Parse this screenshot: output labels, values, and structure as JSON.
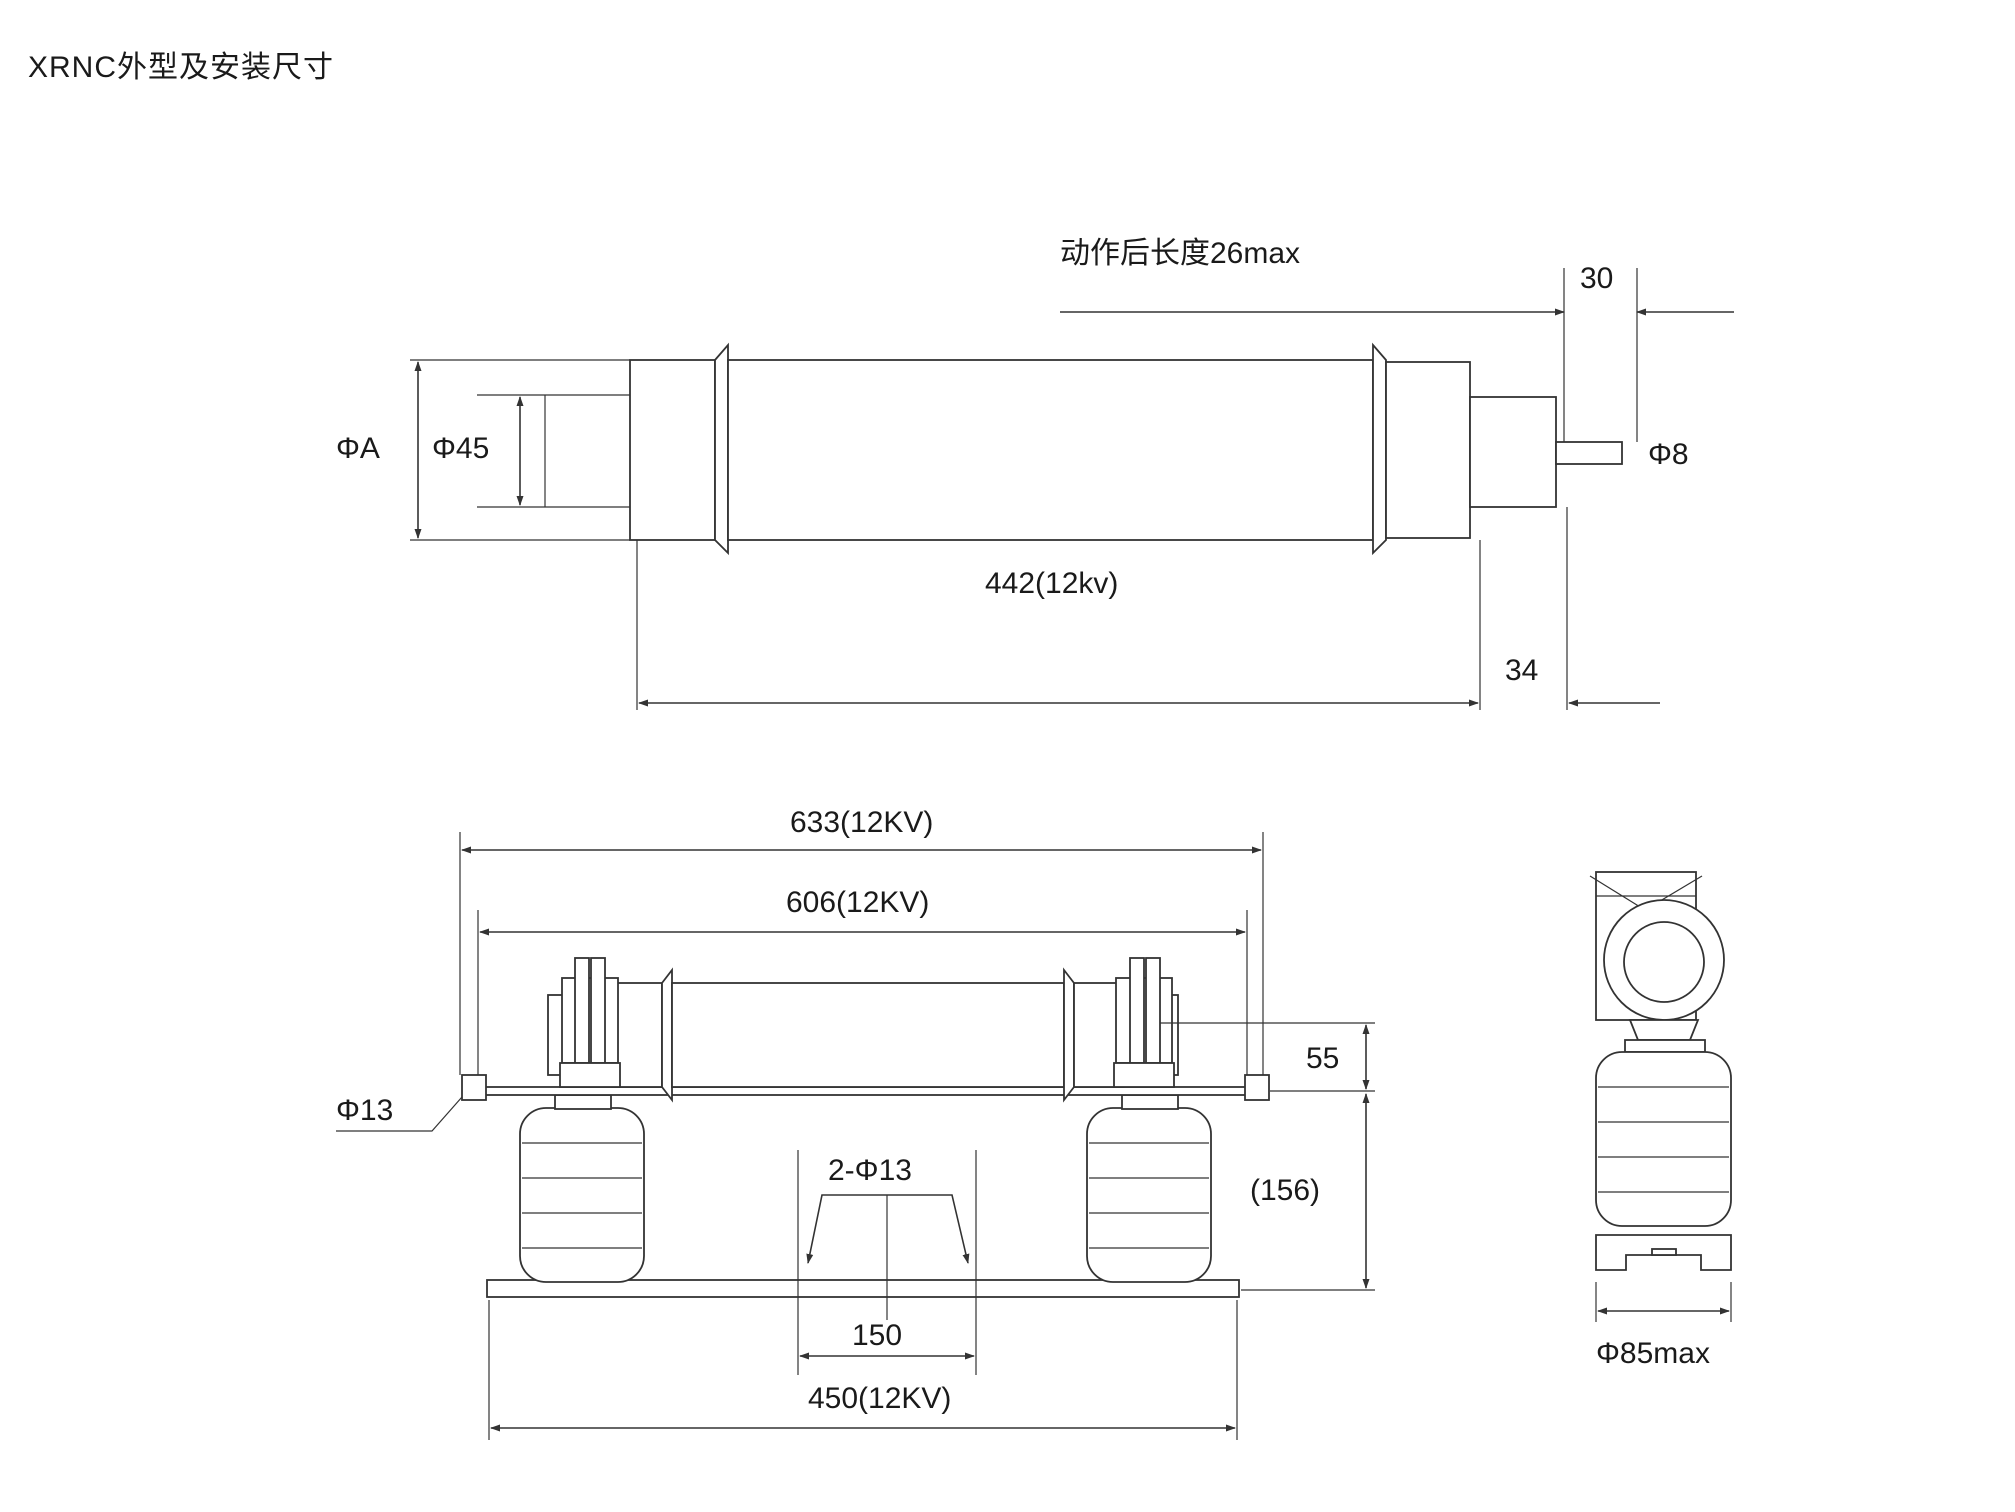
{
  "title": "XRNC外型及安装尺寸",
  "colors": {
    "line": "#333333",
    "text": "#1a1a1a",
    "background": "#ffffff"
  },
  "top_view": {
    "labels": {
      "after_action_length": "动作后长度26max",
      "dim_30": "30",
      "phi_a": "ΦA",
      "phi_45": "Φ45",
      "phi_8": "Φ8",
      "length_442": "442(12kv)",
      "dim_34": "34"
    }
  },
  "assembly_view": {
    "labels": {
      "dim_633": "633(12KV)",
      "dim_606": "606(12KV)",
      "dim_55": "55",
      "phi_13": "Φ13",
      "holes_2_phi13": "2-Φ13",
      "dim_156": "(156)",
      "dim_150": "150",
      "dim_450": "450(12KV)"
    }
  },
  "side_view": {
    "labels": {
      "phi_85max": "Φ85max"
    }
  }
}
